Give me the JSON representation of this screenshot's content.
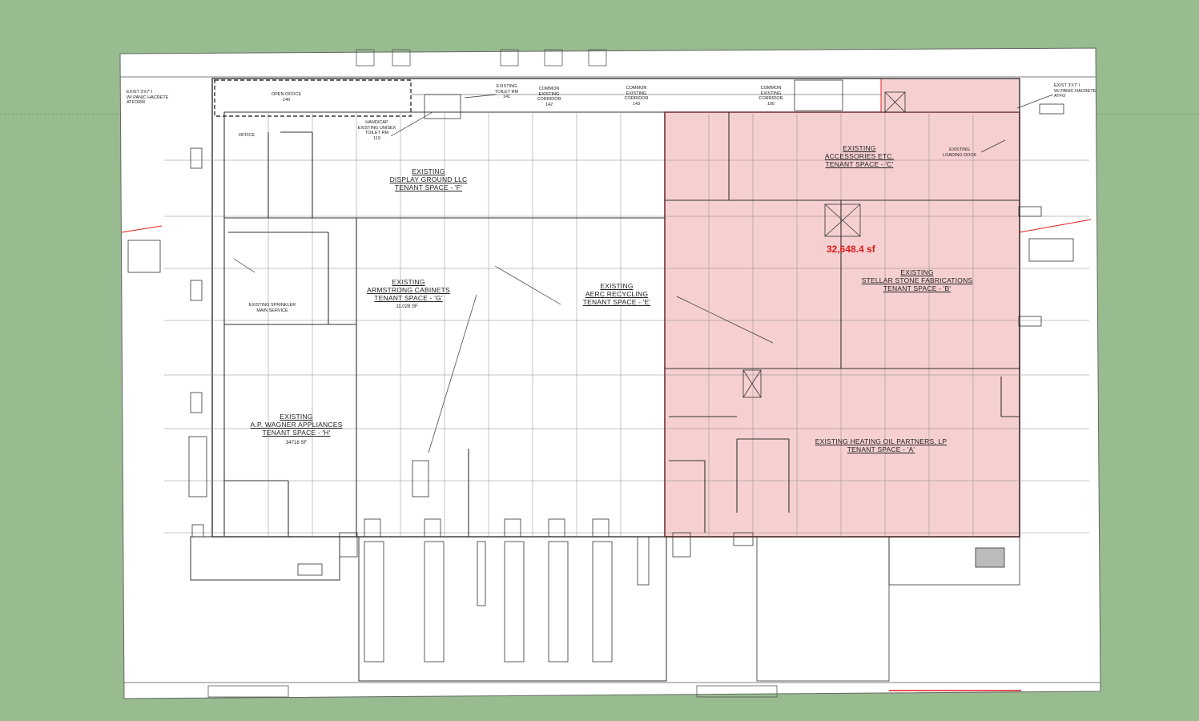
{
  "area_measurement": "32,648.4 sf",
  "tenants": {
    "f": {
      "l1": "EXISTING",
      "l2": "DISPLAY GROUND LLC",
      "l3": "TENANT SPACE - 'F'"
    },
    "c": {
      "l1": "EXISTING",
      "l2": "ACCESSORIES ETC.",
      "l3": "TENANT SPACE - 'C'"
    },
    "b": {
      "l1": "EXISTING",
      "l2": "STELLAR STONE FABRICATIONS",
      "l3": "TENANT SPACE - 'B'"
    },
    "e": {
      "l1": "EXISTING",
      "l2": "AERC RECYCLING",
      "l3": "TENANT SPACE - 'E'"
    },
    "g": {
      "l1": "EXISTING",
      "l2": "ARMSTRONG CABINETS",
      "l3": "TENANT SPACE - 'G'",
      "sf": "11,028 SF"
    },
    "h": {
      "l1": "EXISTING",
      "l2": "A.P. WAGNER APPLIANCES",
      "l3": "TENANT SPACE - 'H'",
      "sf": "34718 SF"
    },
    "a": {
      "l1": "EXISTING HEATING OIL PARTNERS, LP",
      "l2": "TENANT SPACE - 'A'"
    }
  },
  "rooms": {
    "open_office": {
      "name": "OPEN OFFICE",
      "num": "140"
    },
    "toilet": {
      "l1": "EXISTING",
      "l2": "TOILET RM",
      "num": "141"
    },
    "corridor142": {
      "l1": "COMMON",
      "l2": "EXISTING",
      "l3": "CORRIDOR",
      "num": "142"
    },
    "corridor143": {
      "l1": "COMMON",
      "l2": "EXISTING",
      "l3": "CORRIDOR",
      "num": "143"
    },
    "corridor100": {
      "l1": "COMMON",
      "l2": "EXISTING",
      "l3": "CORRIDOR",
      "num": "100"
    },
    "handicap": {
      "l1": "HANDICAP",
      "l2": "EXISTING UNISEX",
      "l3": "TOILET RM",
      "num": "119"
    },
    "office": "OFFICE",
    "sprinkler": {
      "l1": "EXISTING SPRINKLER",
      "l2": "MAIN SERVICE"
    },
    "loading_dock": {
      "l1": "EXISTING",
      "l2": "LOADING DOCK"
    },
    "exist_left": {
      "l1": "EXIST 3'X7' I",
      "l2": "W/ PANIC HACRETE",
      "l3": "ATFORM"
    },
    "exist_right": {
      "l1": "EXIST 3'X7' I",
      "l2": "W/ PANIC HACRETE",
      "l3": "ATFO"
    }
  },
  "colors": {
    "background": "#98bc90",
    "highlight_fill": "#f5c8c8",
    "highlight_stroke": "#e02020",
    "measurement_text": "#e01818"
  }
}
